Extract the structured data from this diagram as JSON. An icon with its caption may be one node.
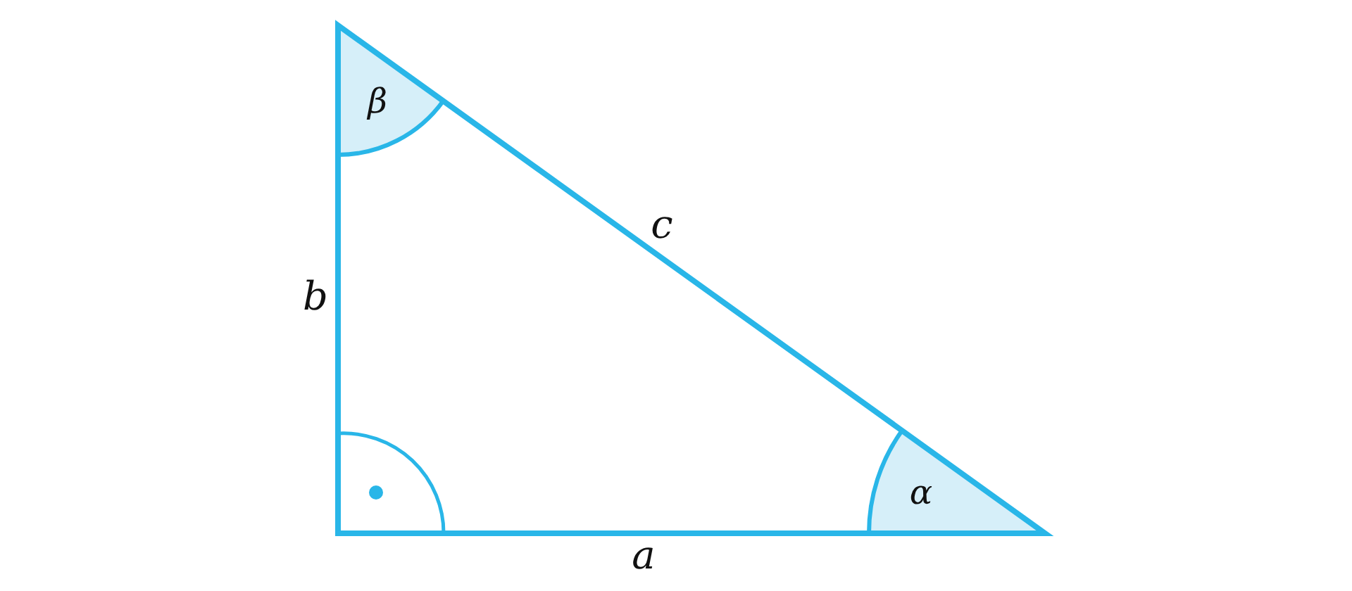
{
  "diagram": {
    "labels": [
      "β",
      "c",
      "b",
      "α",
      "a"
    ]
  }
}
